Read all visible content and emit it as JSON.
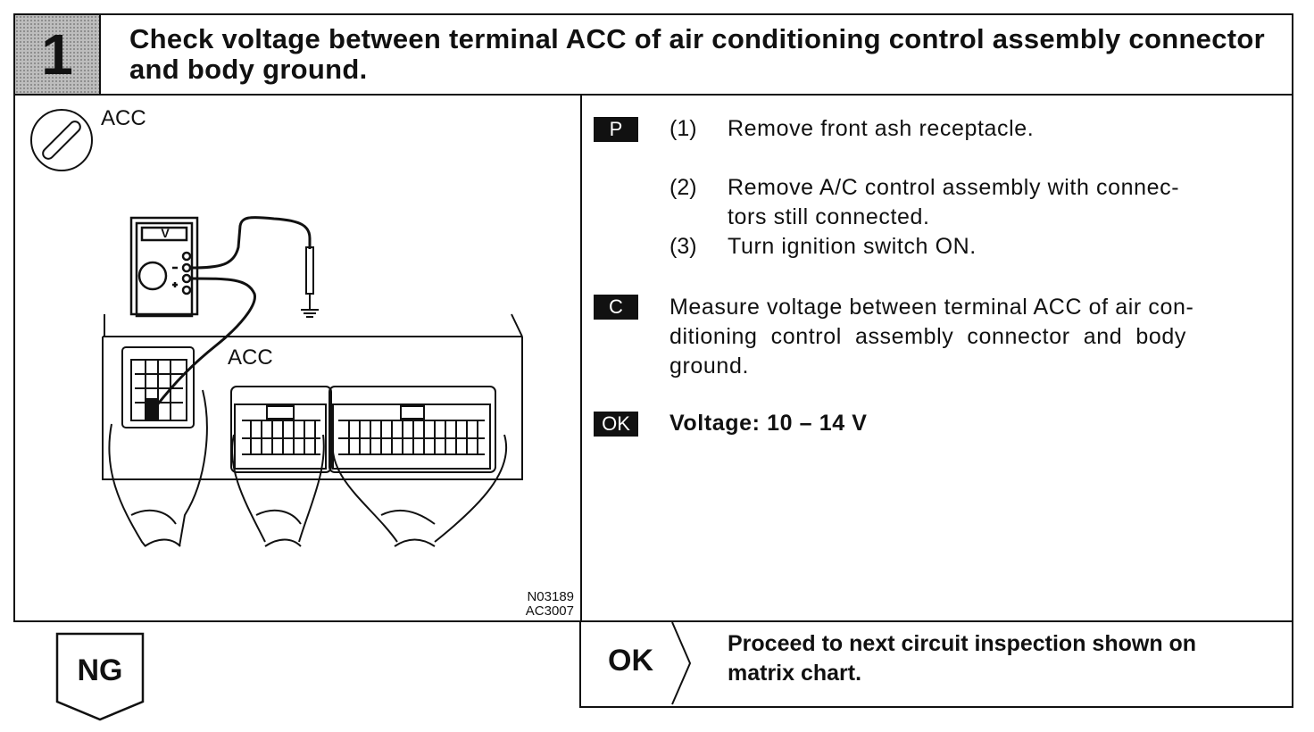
{
  "step": {
    "number": "1",
    "title": "Check voltage between terminal ACC of air conditioning control assembly connector and body ground."
  },
  "figure": {
    "label_top": "ACC",
    "label_connector": "ACC",
    "meter_label": "V",
    "code_1": "N03189",
    "code_2": "AC3007"
  },
  "procedure": {
    "prep_tag": "P",
    "steps": [
      {
        "num": "(1)",
        "text": "Remove front ash receptacle."
      },
      {
        "num": "(2)",
        "text_1": "Remove A/C control assembly with connec-",
        "text_2": "tors still connected."
      },
      {
        "num": "(3)",
        "text": "Turn ignition switch ON."
      }
    ],
    "check_tag": "C",
    "check_lines": [
      "Measure voltage between terminal ACC of air con-",
      "ditioning  control  assembly  connector  and  body",
      "ground."
    ],
    "ok_tag": "OK",
    "spec": "Voltage: 10 – 14 V"
  },
  "result_ok": {
    "label": "OK",
    "text_1": "Proceed to next circuit inspection shown on",
    "text_2": "matrix chart."
  },
  "result_ng": {
    "label": "NG"
  }
}
